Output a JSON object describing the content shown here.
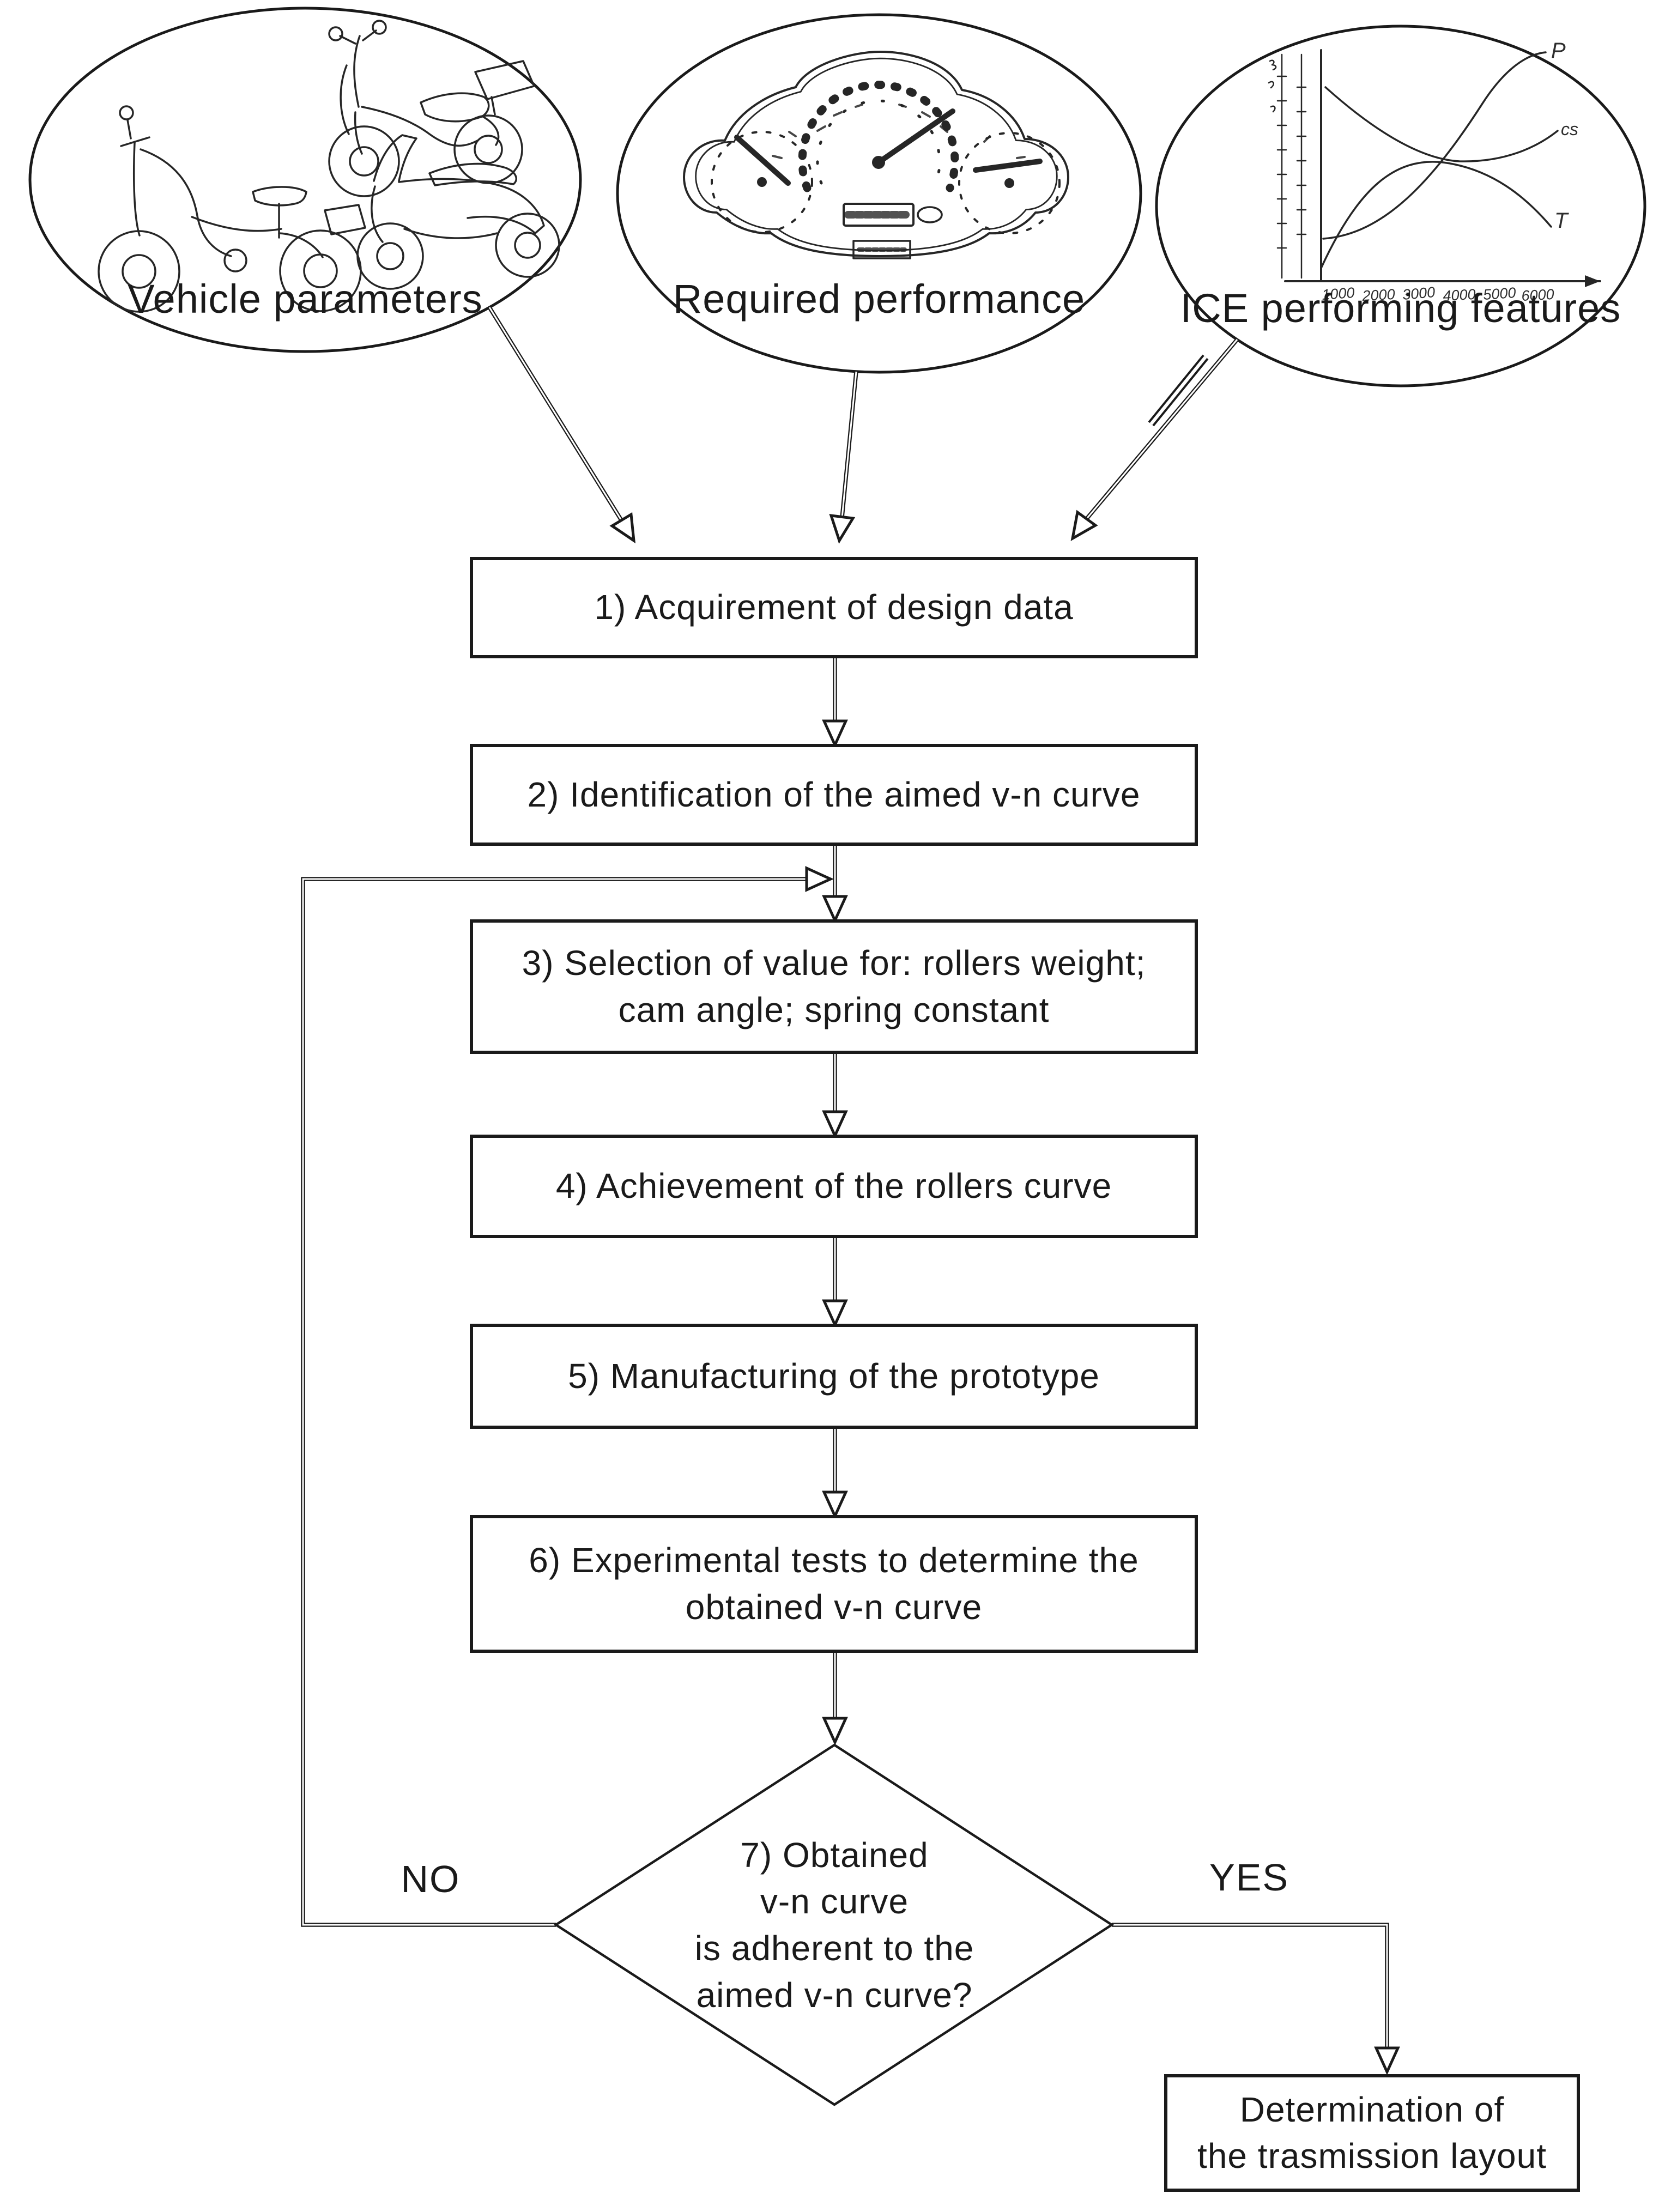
{
  "figure": {
    "inputs": [
      {
        "label": "Vehicle parameters"
      },
      {
        "label": "Required performance"
      },
      {
        "label": "ICE performing features"
      }
    ],
    "steps": [
      {
        "label": "1) Acquirement of design data"
      },
      {
        "label": "2) Identification of the aimed v-n curve"
      },
      {
        "label": "3) Selection of value for: rollers weight;\ncam angle; spring constant"
      },
      {
        "label": "4) Achievement of the rollers curve"
      },
      {
        "label": "5) Manufacturing of the prototype"
      },
      {
        "label": "6) Experimental tests to determine the\nobtained v-n curve"
      }
    ],
    "decision": {
      "label": "7) Obtained\nv-n curve\nis adherent to the\naimed v-n curve?",
      "no_label": "NO",
      "yes_label": "YES"
    },
    "result": {
      "label": "Determination of\nthe trasmission layout"
    },
    "ice_graph": {
      "curve_labels": [
        "P",
        "cs",
        "T"
      ],
      "x_ticks": [
        "1000",
        "2000",
        "3000",
        "4000",
        "5000",
        "6000"
      ]
    },
    "colors": {
      "ink": "#1a1a1a",
      "background": "#ffffff"
    }
  }
}
